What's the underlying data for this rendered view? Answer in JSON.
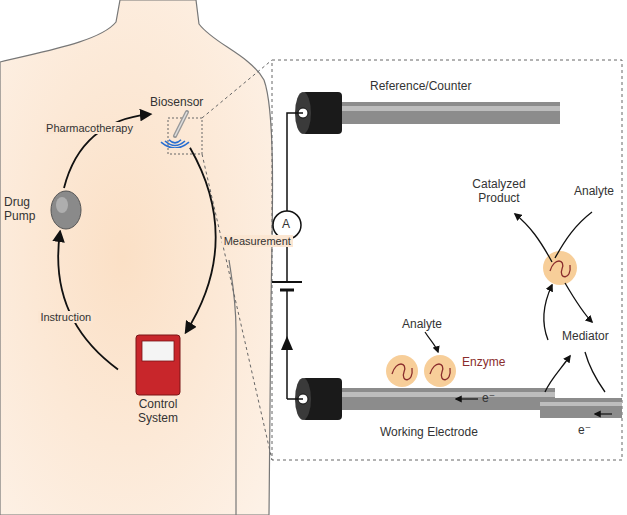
{
  "diagram": {
    "nodes": [
      {
        "text": [
          "Biosensor"
        ]
      },
      {
        "text": [
          "Drug Pump"
        ]
      },
      {
        "text": [
          "Control System"
        ]
      }
    ],
    "edges": [
      {
        "from": 1,
        "to": 0,
        "label": "Pharmacotherapy",
        "arrow": "to"
      },
      {
        "from": 0,
        "to": 2,
        "label": "Measurement",
        "arrow": "to"
      },
      {
        "from": 2,
        "to": 1,
        "label": "Instruction",
        "arrow": "to"
      }
    ],
    "labels": [
      "Reference/Counter",
      "A",
      "Analyte",
      "Enzyme",
      "e⁻",
      "Working Electrode",
      "Catalyzed Product",
      "Analyte",
      "Mediator",
      "e⁻"
    ]
  }
}
